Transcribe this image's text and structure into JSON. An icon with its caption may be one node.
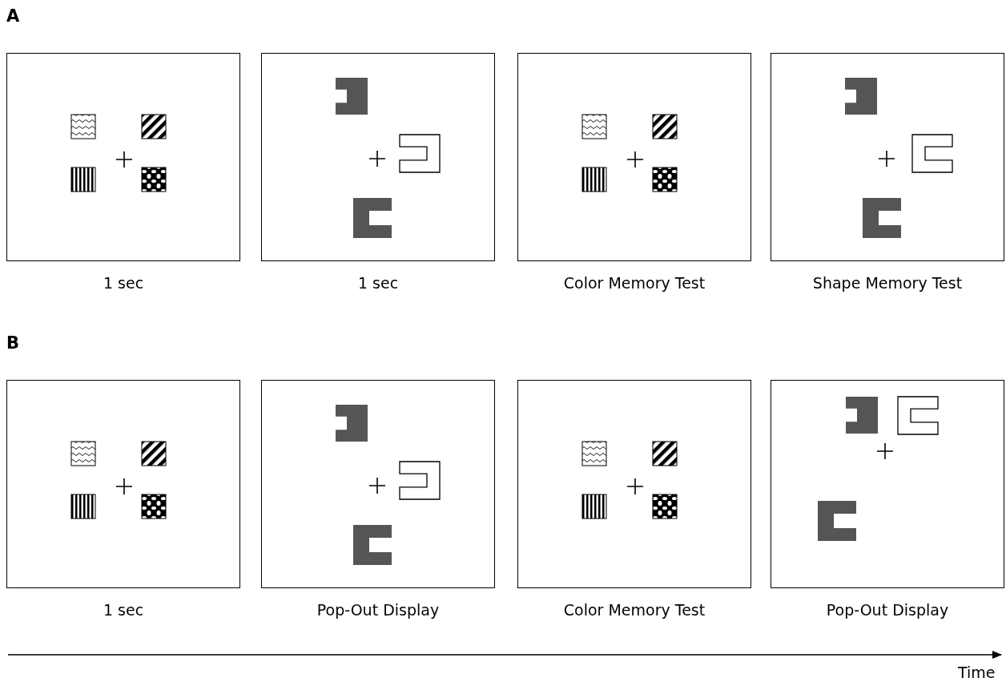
{
  "diagram": {
    "nodes": [
      {
        "text": [
          "1 sec"
        ]
      },
      {
        "text": [
          "1 sec"
        ]
      },
      {
        "text": [
          "Color Memory Test"
        ]
      },
      {
        "text": [
          "Shape Memory Test"
        ]
      },
      {
        "text": [
          "1 sec"
        ]
      },
      {
        "text": [
          "Pop-Out Display"
        ]
      },
      {
        "text": [
          "Color Memory Test"
        ]
      },
      {
        "text": [
          "Pop-Out Display"
        ]
      }
    ],
    "labels": [
      "A",
      "B",
      "Time"
    ]
  }
}
